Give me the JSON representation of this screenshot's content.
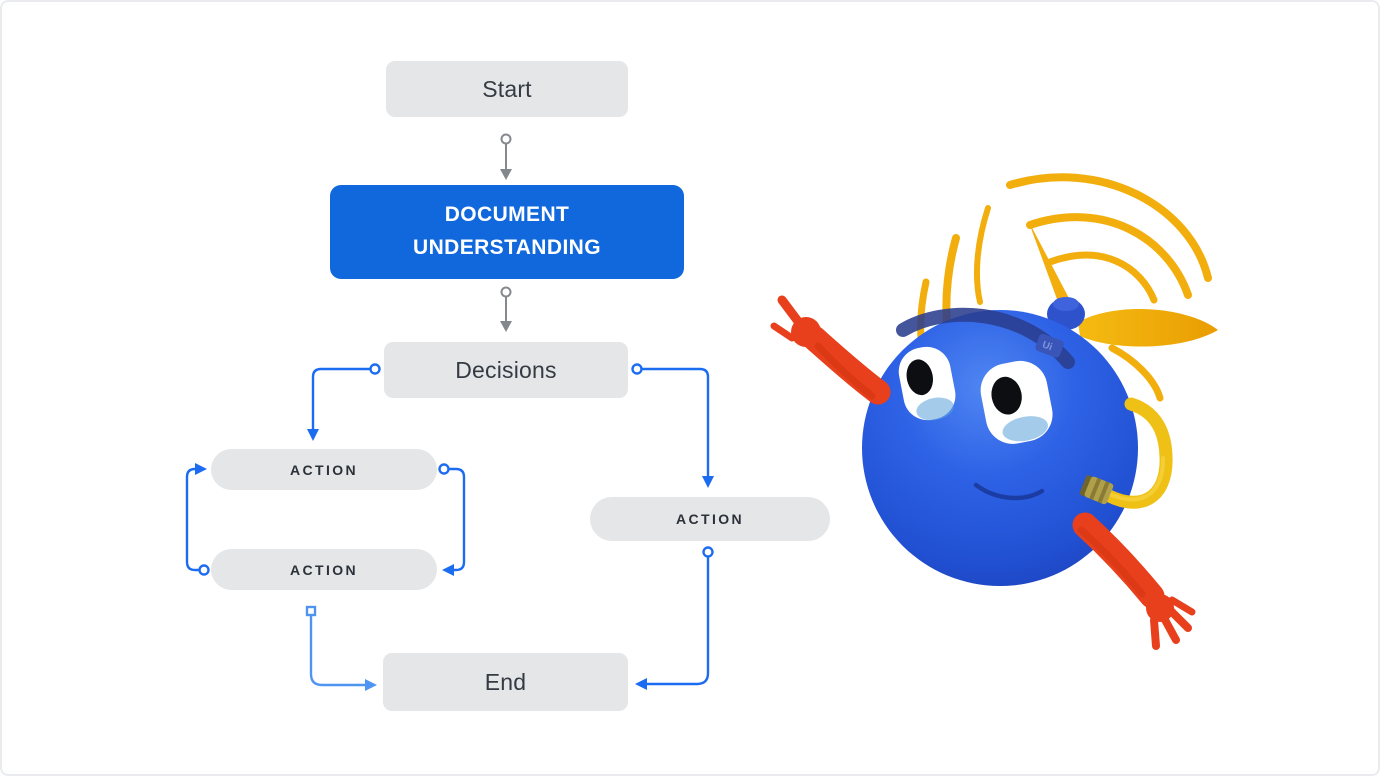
{
  "page": {
    "type": "flowchart-illustration",
    "background": "#ffffff",
    "frame_border_color": "#e9ebee"
  },
  "flowchart": {
    "nodes": [
      {
        "id": "start",
        "label": "Start",
        "style": "terminal-gray"
      },
      {
        "id": "document-understanding",
        "label": "DOCUMENT UNDERSTANDING",
        "style": "primary-blue"
      },
      {
        "id": "decisions",
        "label": "Decisions",
        "style": "terminal-gray"
      },
      {
        "id": "action-left-top",
        "label": "ACTION",
        "style": "action-pill"
      },
      {
        "id": "action-left-bottom",
        "label": "ACTION",
        "style": "action-pill"
      },
      {
        "id": "action-right",
        "label": "ACTION",
        "style": "action-pill"
      },
      {
        "id": "end",
        "label": "End",
        "style": "terminal-gray"
      }
    ],
    "edges": [
      {
        "from": "start",
        "to": "document-understanding",
        "color": "#85898f",
        "anchor": "circle"
      },
      {
        "from": "document-understanding",
        "to": "decisions",
        "color": "#85898f",
        "anchor": "circle"
      },
      {
        "from": "decisions",
        "to": "action-left-top",
        "color": "#1c6cf2",
        "anchor": "circle"
      },
      {
        "from": "decisions",
        "to": "action-right",
        "color": "#1c6cf2",
        "anchor": "circle"
      },
      {
        "from": "action-left-top",
        "to": "action-left-bottom",
        "color": "#1c6cf2",
        "anchor": "circle"
      },
      {
        "from": "action-left-bottom",
        "to": "action-left-top",
        "color": "#1c6cf2",
        "anchor": "circle"
      },
      {
        "from": "action-left-bottom",
        "to": "end",
        "color": "#4f94f0",
        "anchor": "square"
      },
      {
        "from": "action-right",
        "to": "end",
        "color": "#1c6cf2",
        "anchor": "circle"
      }
    ],
    "colors": {
      "node_gray": "#e5e6e8",
      "node_text": "#343b43",
      "primary_blue": "#1168dc",
      "primary_text": "#ffffff",
      "connector_blue": "#1c6cf2",
      "connector_light_blue": "#4f94f0",
      "connector_gray": "#85898f"
    }
  },
  "character": {
    "name": "flying-robot-mascot",
    "badge_label": "Ui",
    "colors": {
      "body_blue": "#2b5fe3",
      "propeller_yellow": "#f2ae0d",
      "hose_yellow": "#efc117",
      "arm_red": "#e8401c",
      "plug_olive": "#b0a04a"
    }
  }
}
